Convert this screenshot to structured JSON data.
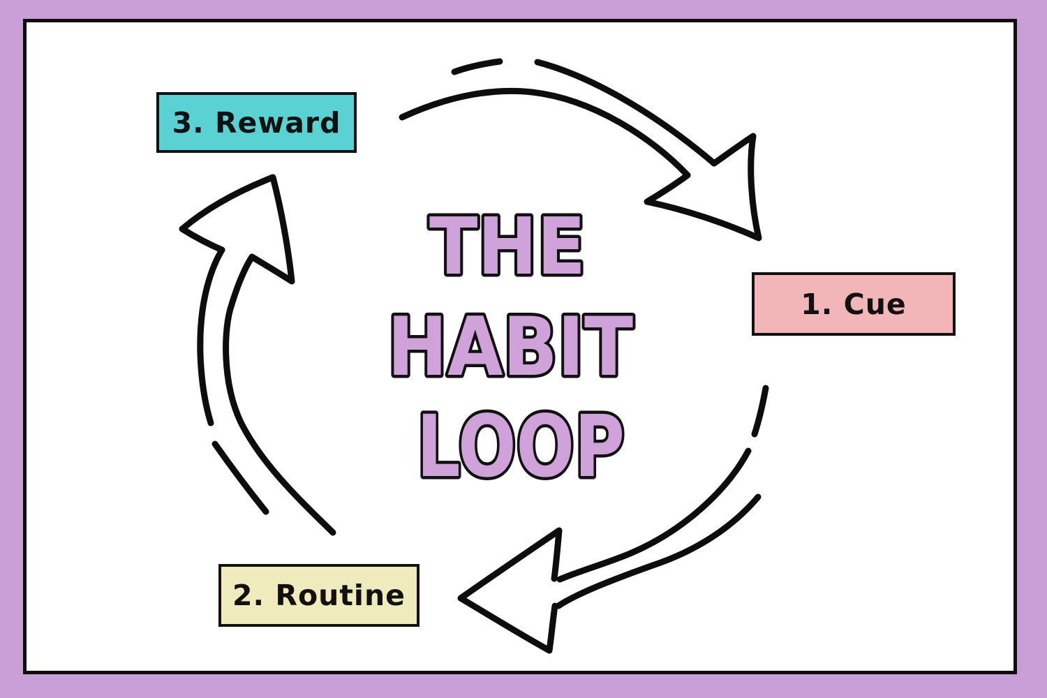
{
  "title": {
    "line1": "THE",
    "line2": "HABIT",
    "line3": "LOOP"
  },
  "steps": [
    {
      "label": "1. Cue",
      "color": "#f2b6b8"
    },
    {
      "label": "2. Routine",
      "color": "#f0ebbc"
    },
    {
      "label": "3. Reward",
      "color": "#5ad2d4"
    }
  ],
  "colors": {
    "frame": "#ca9fd8",
    "panel": "#ffffff",
    "line": "#0d0d0d",
    "title_fill": "#cfa3da",
    "title_outline": "#111111"
  }
}
